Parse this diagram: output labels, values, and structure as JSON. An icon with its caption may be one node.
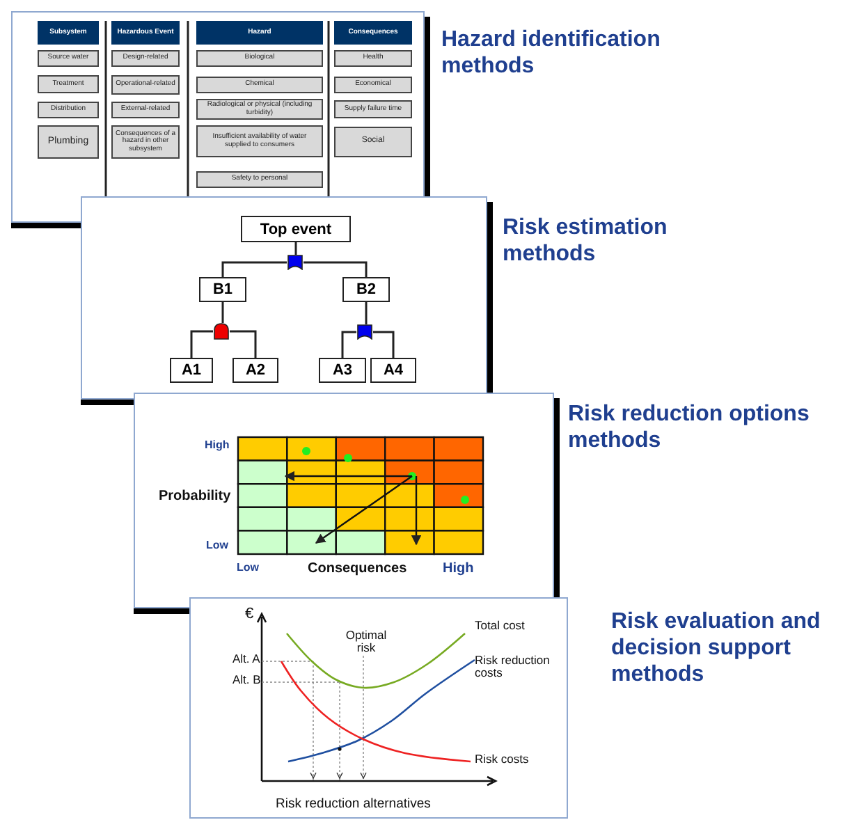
{
  "diagram": {
    "nodes": [
      {
        "text": [
          "Hazard identification methods"
        ]
      },
      {
        "text": [
          "Subsystem"
        ],
        "in": 0
      },
      {
        "text": [
          "Source water"
        ],
        "in": 0
      },
      {
        "text": [
          "Treatment"
        ],
        "in": 0
      },
      {
        "text": [
          "Distribution"
        ],
        "in": 0
      },
      {
        "text": [
          "Plumbing"
        ],
        "in": 0
      },
      {
        "text": [
          "Hazardous Event"
        ],
        "in": 0
      },
      {
        "text": [
          "Design-related"
        ],
        "in": 0
      },
      {
        "text": [
          "Operational-related"
        ],
        "in": 0
      },
      {
        "text": [
          "External-related"
        ],
        "in": 0
      },
      {
        "text": [
          "Consequences of a hazard in other subsystem"
        ],
        "in": 0
      },
      {
        "text": [
          "Hazard"
        ],
        "in": 0
      },
      {
        "text": [
          "Biological"
        ],
        "in": 0
      },
      {
        "text": [
          "Chemical"
        ],
        "in": 0
      },
      {
        "text": [
          "Radiological or physical (including turbidity)"
        ],
        "in": 0
      },
      {
        "text": [
          "Insufficient availability of water supplied to consumers"
        ],
        "in": 0
      },
      {
        "text": [
          "Safety to personal"
        ],
        "in": 0
      },
      {
        "text": [
          "Consequences"
        ],
        "in": 0
      },
      {
        "text": [
          "Health"
        ],
        "in": 0
      },
      {
        "text": [
          "Economical"
        ],
        "in": 0
      },
      {
        "text": [
          "Supply failure time"
        ],
        "in": 0
      },
      {
        "text": [
          "Social"
        ],
        "in": 0
      },
      {
        "text": [
          "Risk estimation methods"
        ]
      },
      {
        "text": [
          "Top event"
        ],
        "in": 22
      },
      {
        "text": [],
        "shape": "gate",
        "in": 22
      },
      {
        "text": [
          "B1"
        ],
        "in": 22
      },
      {
        "text": [
          "B2"
        ],
        "in": 22
      },
      {
        "text": [],
        "shape": "gate",
        "in": 22
      },
      {
        "text": [],
        "shape": "gate",
        "in": 22
      },
      {
        "text": [
          "A1"
        ],
        "in": 22
      },
      {
        "text": [
          "A2"
        ],
        "in": 22
      },
      {
        "text": [
          "A3"
        ],
        "in": 22
      },
      {
        "text": [
          "A4"
        ],
        "in": 22
      },
      {
        "text": [
          "Risk reduction options methods"
        ]
      },
      {
        "text": [
          "Risk evaluation and decision support methods"
        ]
      }
    ],
    "edges": [
      {
        "from": 23,
        "to": 24,
        "arrow": "none"
      },
      {
        "from": 24,
        "to": 25,
        "arrow": "none"
      },
      {
        "from": 24,
        "to": 26,
        "arrow": "none"
      },
      {
        "from": 25,
        "to": 27,
        "arrow": "none"
      },
      {
        "from": 26,
        "to": 28,
        "arrow": "none"
      },
      {
        "from": 27,
        "to": 29,
        "arrow": "none"
      },
      {
        "from": 27,
        "to": 30,
        "arrow": "none"
      },
      {
        "from": 28,
        "to": 31,
        "arrow": "none"
      },
      {
        "from": 28,
        "to": 32,
        "arrow": "none"
      }
    ],
    "labels": [
      "High",
      "Probability",
      "Low",
      "Low",
      "Consequences",
      "High",
      "€",
      "Optimal risk",
      "Total cost",
      "Alt. A",
      "Alt. B",
      "Risk reduction costs",
      "Risk costs",
      "Risk reduction alternatives"
    ]
  }
}
